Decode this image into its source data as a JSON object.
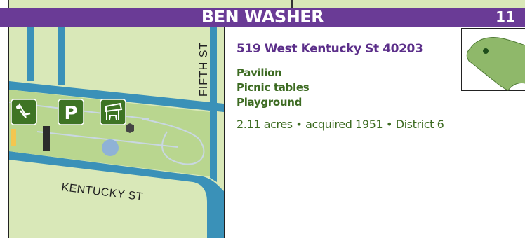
{
  "header": {
    "park_name": "BEN WASHER",
    "page_number": "11",
    "color": "#6a3b96"
  },
  "map": {
    "street_vertical": "FIFTH ST",
    "street_horizontal": "KENTUCKY ST",
    "park_color": "#b9d68f",
    "water_color": "#3a91b8",
    "ground_color": "#d9e8b8",
    "amenity_icons": [
      "playground-swing-icon",
      "parking-icon",
      "pavilion-picnic-icon"
    ]
  },
  "info": {
    "address": "519 West Kentucky St  40203",
    "amenities": [
      "Pavilion",
      "Picnic tables",
      "Playground"
    ],
    "details": "2.11 acres • acquired 1951 • District 6"
  },
  "locator": {
    "fill_color": "#8fb86a",
    "marker_color": "#1e4d1a"
  }
}
